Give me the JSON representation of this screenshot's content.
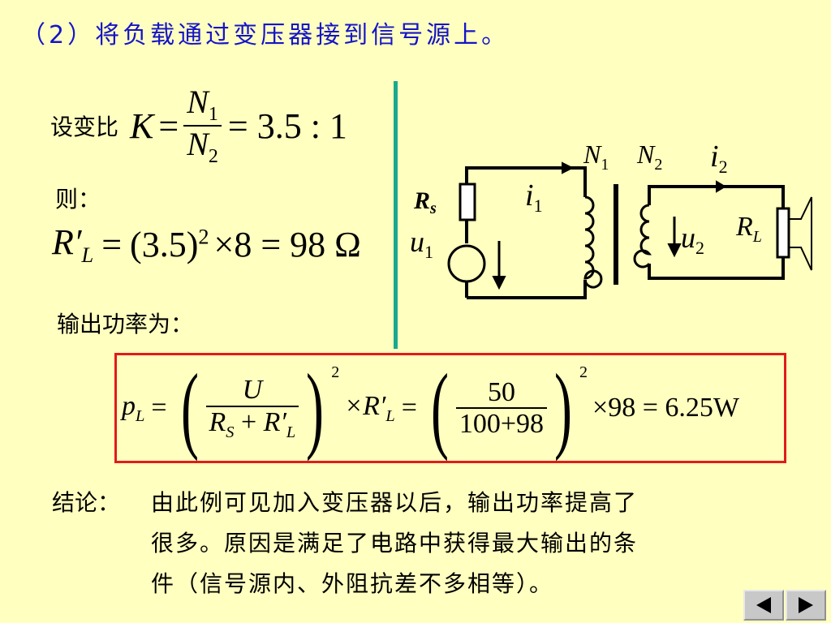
{
  "title": "（2）将负载通过变压器接到信号源上。",
  "set_ratio": {
    "label": "设变比",
    "K": "K",
    "eq1": "=",
    "num": "N",
    "num_sub": "1",
    "den": "N",
    "den_sub": "2",
    "rhs": "= 3.5 : 1"
  },
  "then_label": "则：",
  "rl_formula": {
    "lhs": "R′",
    "lhs_sub": "L",
    "eq": "=",
    "base": "3.5",
    "exp": "2",
    "rest": "×8 = 98 Ω"
  },
  "output_power_label": "输出功率为：",
  "power_formula": {
    "lhs": "p",
    "lhs_sub": "L",
    "eq": "=",
    "frac1_num": "U",
    "frac1_den_a": "R",
    "frac1_den_a_sub": "S",
    "frac1_den_plus": "+",
    "frac1_den_b": "R′",
    "frac1_den_b_sub": "L",
    "exp1": "2",
    "times_r": "×R′",
    "times_r_sub": "L",
    "eq2": "=",
    "frac2_num": "50",
    "frac2_den": "100+98",
    "exp2": "2",
    "tail": "×98 = 6.25W"
  },
  "circuit": {
    "rs": "R",
    "rs_sub": "s",
    "u1": "u",
    "u1_sub": "1",
    "i1": "i",
    "i1_sub": "1",
    "n1": "N",
    "n1_sub": "1",
    "n2": "N",
    "n2_sub": "2",
    "i2": "i",
    "i2_sub": "2",
    "u2": "u",
    "u2_sub": "2",
    "rl": "R",
    "rl_sub": "L"
  },
  "conclusion": {
    "label": "结论：",
    "line1": "由此例可见加入变压器以后，输出功率提高了",
    "line2": "很多。原因是满足了电路中获得最大输出的条",
    "line3": "件（信号源内、外阻抗差不多相等）。"
  },
  "nav": {
    "prev_icon": "triangle-left-icon",
    "next_icon": "triangle-right-icon"
  },
  "colors": {
    "background": "#ffffc0",
    "title": "#1414c8",
    "divider": "#1aa88f",
    "box_border": "#e31b1b"
  }
}
